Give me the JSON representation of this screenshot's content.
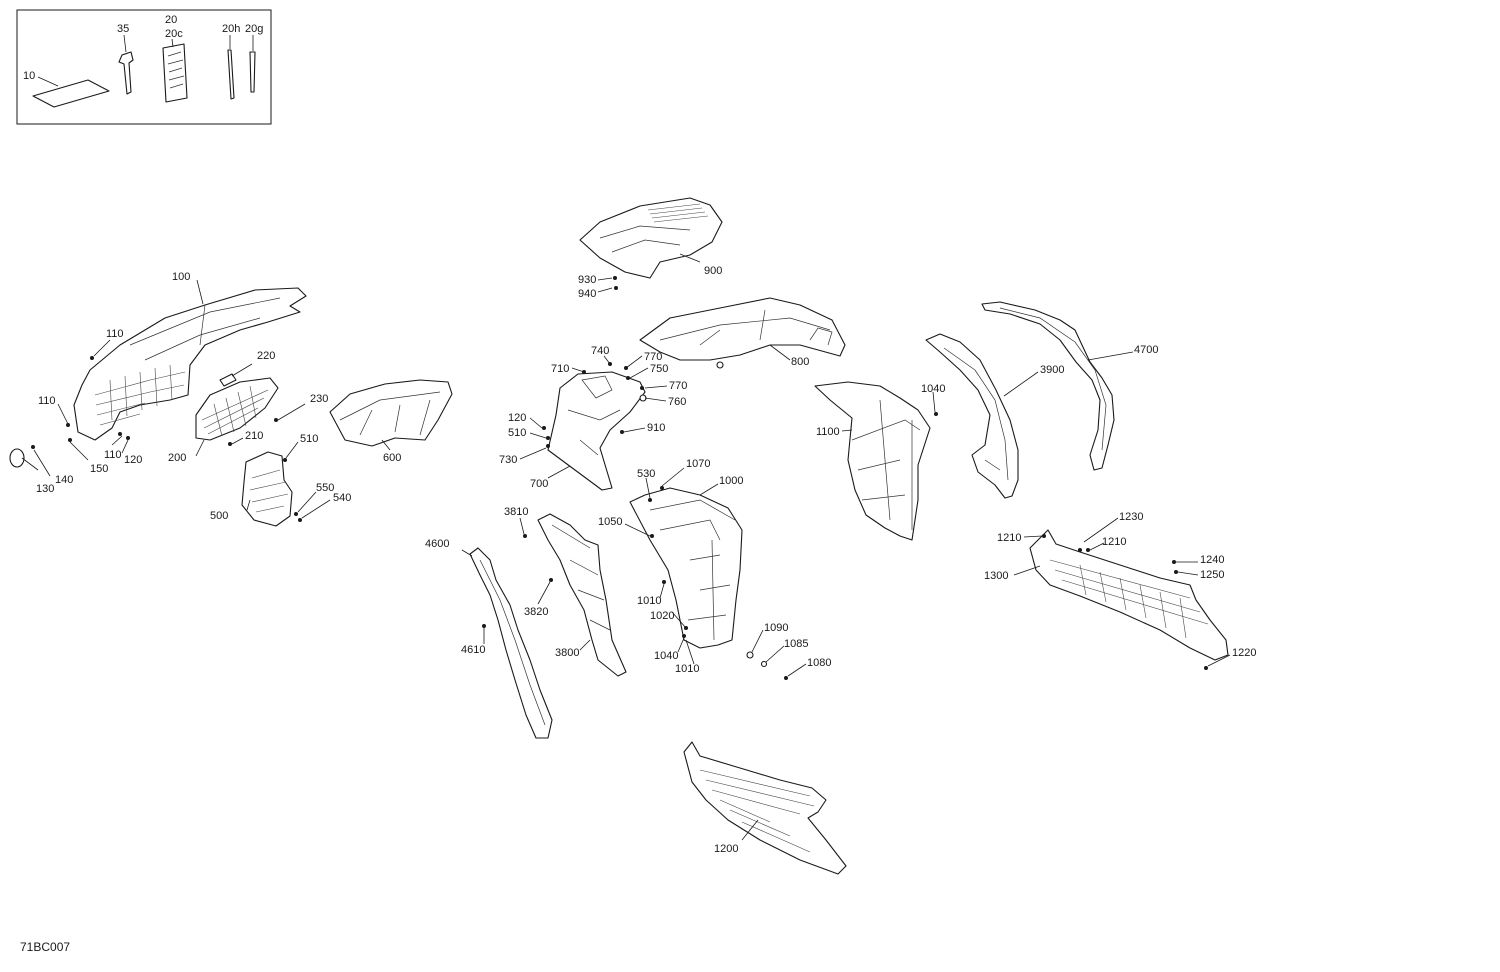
{
  "diagram_code": "71BC007",
  "kit_box": {
    "labels": [
      "10",
      "35",
      "20",
      "20c",
      "20h",
      "20g"
    ]
  },
  "callouts": {
    "c100": "100",
    "c110a": "110",
    "c110b": "110",
    "c110c": "110",
    "c120a": "120",
    "c130": "130",
    "c140": "140",
    "c150": "150",
    "c200": "200",
    "c210": "210",
    "c220": "220",
    "c230": "230",
    "c500": "500",
    "c510a": "510",
    "c540": "540",
    "c550": "550",
    "c600": "600",
    "c900": "900",
    "c930": "930",
    "c940": "940",
    "c700": "700",
    "c710": "710",
    "c740": "740",
    "c770a": "770",
    "c750": "750",
    "c770b": "770",
    "c760": "760",
    "c910": "910",
    "c120b": "120",
    "c510b": "510",
    "c730": "730",
    "c800": "800",
    "c1100": "1100",
    "c1040a": "1040",
    "c3900": "3900",
    "c4700": "4700",
    "c530": "530",
    "c1070": "1070",
    "c1000": "1000",
    "c1050": "1050",
    "c1010a": "1010",
    "c1020": "1020",
    "c1040b": "1040",
    "c1010b": "1010",
    "c1090": "1090",
    "c1085": "1085",
    "c1080": "1080",
    "c3810": "3810",
    "c3820": "3820",
    "c3800": "3800",
    "c4600": "4600",
    "c4610": "4610",
    "c1210a": "1210",
    "c1230": "1230",
    "c1210b": "1210",
    "c1300": "1300",
    "c1240": "1240",
    "c1250": "1250",
    "c1220": "1220",
    "c1200": "1200"
  }
}
